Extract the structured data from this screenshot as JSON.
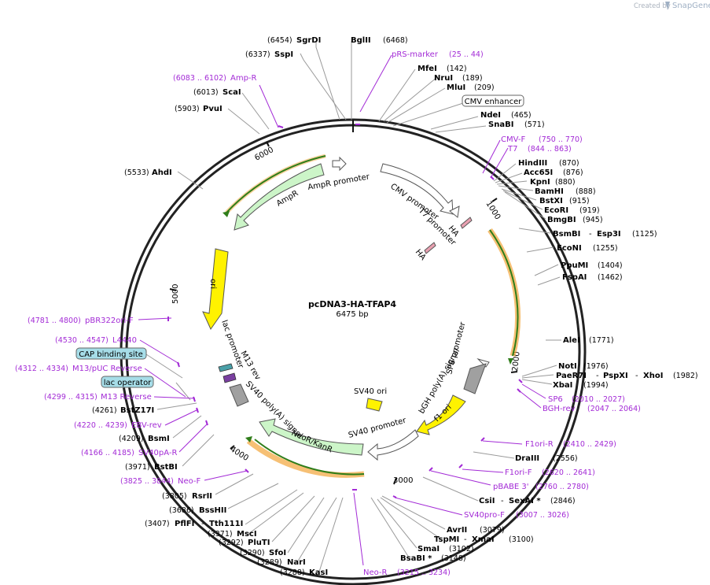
{
  "header": {
    "credit": "Created by",
    "brand": "SnapGene"
  },
  "plasmid": {
    "name": "pcDNA3-HA-TFAP4",
    "size": "6475 bp"
  },
  "ring_ticks": [
    "1000",
    "2000",
    "3000",
    "4000",
    "5000",
    "6000"
  ],
  "labels": {
    "sgrdi": {
      "name": "SgrDI",
      "pos": "(6454)"
    },
    "sspi": {
      "name": "SspI",
      "pos": "(6337)"
    },
    "bglii": {
      "name": "BglII",
      "pos": "(6468)"
    },
    "prs_marker": {
      "name": "pRS-marker",
      "pos": "(25 .. 44)"
    },
    "mfei": {
      "name": "MfeI",
      "pos": "(142)"
    },
    "nrui": {
      "name": "NruI",
      "pos": "(189)"
    },
    "mlui": {
      "name": "MluI",
      "pos": "(209)"
    },
    "cmv_enhancer": "CMV enhancer",
    "ampr_primer": {
      "name": "Amp-R",
      "pos": "(6083 .. 6102)"
    },
    "scai": {
      "name": "ScaI",
      "pos": "(6013)"
    },
    "pvui": {
      "name": "PvuI",
      "pos": "(5903)"
    },
    "ndei": {
      "name": "NdeI",
      "pos": "(465)"
    },
    "snabi": {
      "name": "SnaBI",
      "pos": "(571)"
    },
    "cmvf": {
      "name": "CMV-F",
      "pos": "(750 .. 770)"
    },
    "t7": {
      "name": "T7",
      "pos": "(844 .. 863)"
    },
    "ahdi": {
      "name": "AhdI",
      "pos": "(5533)"
    },
    "hindiii": {
      "name": "HindIII",
      "pos": "(870)"
    },
    "acc65i": {
      "name": "Acc65I",
      "pos": "(876)"
    },
    "kpni": {
      "name": "KpnI",
      "pos": "(880)"
    },
    "bamhi": {
      "name": "BamHI",
      "pos": "(888)"
    },
    "bstxi": {
      "name": "BstXI",
      "pos": "(915)"
    },
    "ecori": {
      "name": "EcoRI",
      "pos": "(919)"
    },
    "bmgbi": {
      "name": "BmgBI",
      "pos": "(945)"
    },
    "bsmbi": {
      "name": "BsmBI",
      "name2": "Esp3I",
      "pos": "(1125)"
    },
    "ecoui": {
      "name": "EcoNI",
      "pos": "(1255)"
    },
    "ppumi": {
      "name": "PpuMI",
      "pos": "(1404)"
    },
    "fspai": {
      "name": "FspAI",
      "pos": "(1462)"
    },
    "pbr322": {
      "name": "pBR322ori-F",
      "pos": "(4781 .. 4800)"
    },
    "alei": {
      "name": "AleI",
      "pos": "(1771)"
    },
    "l4440": {
      "name": "L4440",
      "pos": "(4530 .. 4547)"
    },
    "cap": "CAP binding site",
    "m13puc": {
      "name": "M13/pUC Reverse",
      "pos": "(4312 .. 4334)"
    },
    "noti": {
      "name": "NotI",
      "pos": "(1976)"
    },
    "paer7i": {
      "name": "PaeR7I",
      "name2": "PspXI",
      "name3": "XhoI",
      "pos": "(1982)"
    },
    "xbai": {
      "name": "XbaI",
      "pos": "(1994)"
    },
    "lac_op": "lac operator",
    "m13rev": {
      "name": "M13 Reverse",
      "pos": "(4299 .. 4315)"
    },
    "sp6": {
      "name": "SP6",
      "pos": "(2010 .. 2027)"
    },
    "bstz17i": {
      "name": "BstZ17I",
      "pos": "(4261)"
    },
    "bghrev": {
      "name": "BGH-rev",
      "pos": "(2047 .. 2064)"
    },
    "ebvrev": {
      "name": "EBV-rev",
      "pos": "(4220 .. 4239)"
    },
    "bsmi": {
      "name": "BsmI",
      "pos": "(4209)"
    },
    "sv40par": {
      "name": "SV40pA-R",
      "pos": "(4166 .. 4185)"
    },
    "f1orir": {
      "name": "F1ori-R",
      "pos": "(2410 .. 2429)"
    },
    "bstbi": {
      "name": "BstBI",
      "pos": "(3971)"
    },
    "draiii": {
      "name": "DraIII",
      "pos": "(2556)"
    },
    "neof": {
      "name": "Neo-F",
      "pos": "(3825 .. 3844)"
    },
    "f1orif": {
      "name": "F1ori-F",
      "pos": "(2620 .. 2641)"
    },
    "rsrii": {
      "name": "RsrII",
      "pos": "(3805)"
    },
    "pbabe3": {
      "name": "pBABE 3'",
      "pos": "(2760 .. 2780)"
    },
    "csii": {
      "name": "CsiI",
      "name2": "SexAI *",
      "pos": "(2846)"
    },
    "bsshii": {
      "name": "BssHII",
      "pos": "(3686)"
    },
    "sv40prof": {
      "name": "SV40pro-F",
      "pos": "(3007 .. 3026)"
    },
    "pflfi": {
      "name": "PflFI",
      "name2": "Tth111I",
      "pos": "(3407)"
    },
    "msci": {
      "name": "MscI",
      "pos": "(3371)"
    },
    "avrii": {
      "name": "AvrII",
      "pos": "(3079)"
    },
    "pluti": {
      "name": "PluTI",
      "pos": "(3292)"
    },
    "tspmi": {
      "name": "TspMI",
      "name2": "XmaI",
      "pos": "(3100)"
    },
    "sfoi": {
      "name": "SfoI",
      "pos": "(3290)"
    },
    "smai": {
      "name": "SmaI",
      "pos": "(3102)"
    },
    "nari": {
      "name": "NarI",
      "pos": "(3289)"
    },
    "bsabi": {
      "name": "BsaBI *",
      "pos": "(3148)"
    },
    "kasi": {
      "name": "KasI",
      "pos": "(3288)"
    },
    "neor_primer": {
      "name": "Neo-R",
      "pos": "(3215 .. 3234)"
    }
  },
  "features": {
    "ampr_promoter": "AmpR promoter",
    "ampr": "AmpR",
    "ori": "ori",
    "cmv_promoter": "CMV promoter",
    "t7_promoter": "T7 promoter",
    "ha1": "HA",
    "ha2": "HA",
    "lac_promoter": "lac promoter",
    "m13_rev": "M13 rev",
    "sv40_polya": "SV40 poly(A) signal",
    "neor": "NeoR/KanR",
    "sv40_ori": "SV40 ori",
    "sv40_promoter": "SV40 promoter",
    "f1_ori": "f1 ori",
    "bgh_polya": "bGH poly(A) signal",
    "sp6_promoter": "SP6 promoter"
  },
  "colors": {
    "enzyme": "#000000",
    "primer": "#a32bd6",
    "ampr_fill": "#ccf5c8",
    "orf_outline": "#f2a53a",
    "ori_fill": "#fff200",
    "neor_fill": "#ccf5c8",
    "sv40ori_fill": "#fff200",
    "grey_feature": "#a0a0a0",
    "box_fill": "#a6dde8"
  }
}
